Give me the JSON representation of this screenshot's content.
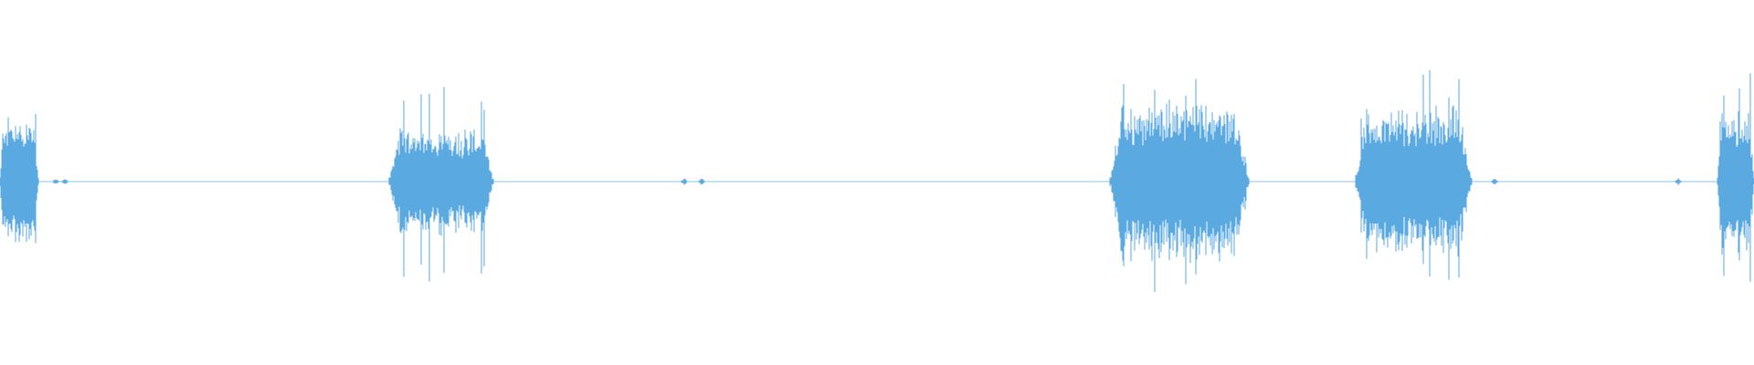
{
  "waveform": {
    "color": "#5aa9e1",
    "background": "#ffffff",
    "duration_fraction_bursts": [
      {
        "start": 0.0,
        "end": 0.022,
        "peak": 0.97,
        "body": 0.55
      },
      {
        "start": 0.222,
        "end": 0.281,
        "peak": 0.85,
        "body": 0.45
      },
      {
        "start": 0.633,
        "end": 0.712,
        "peak": 1.0,
        "body": 0.68
      },
      {
        "start": 0.773,
        "end": 0.839,
        "peak": 0.92,
        "body": 0.62
      },
      {
        "start": 0.979,
        "end": 1.0,
        "peak": 0.95,
        "body": 0.6
      }
    ],
    "noise_blips": [
      0.032,
      0.037,
      0.39,
      0.4,
      0.852,
      0.957
    ]
  }
}
